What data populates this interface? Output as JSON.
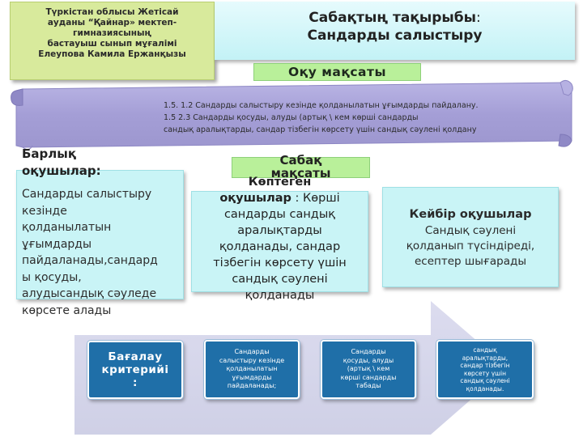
{
  "author": {
    "lines": [
      "Түркістан облысы Жетісай",
      "ауданы “Қайнар» мектеп-",
      "гимназиясының",
      "бастауыш сынып мұғалімі",
      "Елеупова Камила Ержанқызы"
    ]
  },
  "topic": {
    "label": "Сабақтың тақырыбы",
    "colon": ":",
    "title": "Сандарды салыстыру"
  },
  "objectives": {
    "label": "Оқу мақсаты",
    "lines": [
      "1.5. 1.2  Сандарды салыстыру кезінде қолданылатын ұғымдарды пайдалану.",
      "1.5 2.3 Сандарды қосуды, алуды (артық \\ кем  көрші сандарды",
      "сандық аралықтарды, сандар тізбегін көрсету үшін сандық сәулені қолдану"
    ]
  },
  "lesson_objectives": {
    "label_line1": "Сабақ",
    "label_line2": "мақсаты"
  },
  "all_students": {
    "heading_line1": "Барлық",
    "heading_line2": "оқушылар:",
    "lines": [
      "Сандарды салыстыру",
      "кезінде",
      "қолданылатын",
      "ұғымдарды",
      "пайдаланады,сандард",
      "ы қосуды,",
      "алудысандық сәуледе",
      "көрсете алады"
    ]
  },
  "many_students": {
    "heading": "Көптеген",
    "bold_part": "оқушылар",
    "rest_first": " : Көрші",
    "lines": [
      "сандарды сандық",
      "аралықтарды",
      "қолданады, сандар",
      "тізбегін көрсету үшін",
      "сандық сәулені",
      "қолданады"
    ]
  },
  "some_students": {
    "heading": "Кейбір оқушылар",
    "lines": [
      "Сандық сәулені",
      "қолданып түсіндіреді,",
      "есептер шығарады"
    ]
  },
  "criteria": {
    "label_line1": "Бағалау",
    "label_line2": "критерийі",
    "label_line3": ":",
    "items": [
      [
        "Сандарды",
        "салыстыру кезінде",
        "қолданылатын",
        "ұғымдарды",
        "пайдаланады;"
      ],
      [
        "Сандарды",
        "қосуды, алуды",
        "(артық \\ кем",
        "көрші сандарды",
        "табады"
      ],
      [
        "сандық",
        "аралықтарды,",
        "сандар тізбегін",
        "көрсету үшін",
        "сандық сәулені",
        "қолданады."
      ]
    ]
  },
  "colors": {
    "author_bg": "#d8ea9c",
    "topic_bg": "#c3f2f6",
    "label_bg": "#b9f09a",
    "scroll_bg": "#a49ed6",
    "column_bg": "#c9f4f6",
    "criteria_bg": "#1f6fa8",
    "arrow_bg": "#d7d8ec"
  }
}
